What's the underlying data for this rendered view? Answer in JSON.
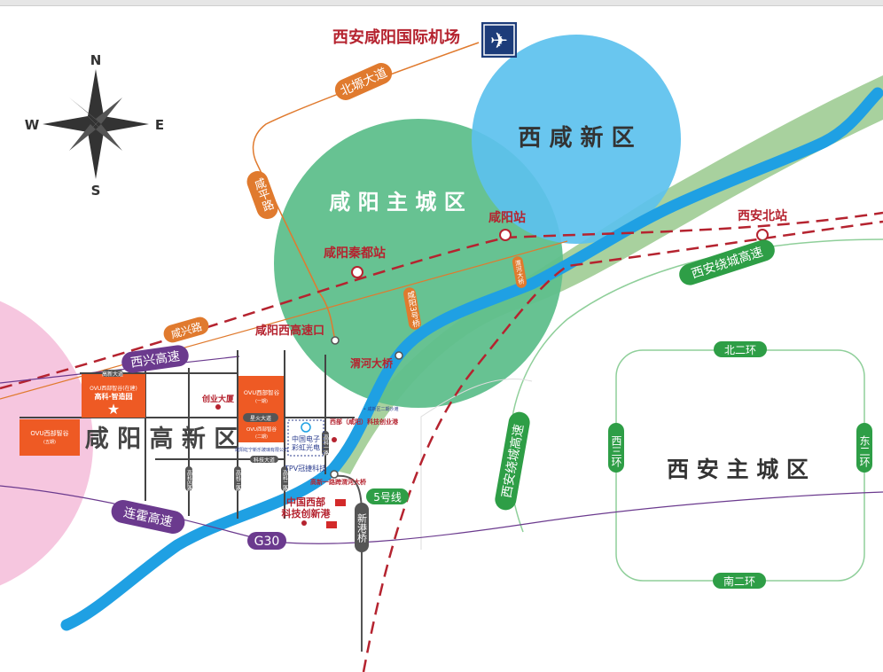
{
  "colors": {
    "river": "#1fa0e3",
    "river_belt": "#a8d19e",
    "xianyang_main": "#5fbf8c",
    "xixian": "#5cc1ee",
    "hightech": "#f6c6df",
    "orange_block": "#ee5a24",
    "label_red": "#b5232f",
    "expressway": "#6b3a8e",
    "ring": "#2e9e46",
    "rail": "#b5232f",
    "city_road": "#e07a2e"
  },
  "compass": {
    "icon": "compass-rose-icon",
    "n": "N",
    "s": "S",
    "e": "E",
    "w": "W"
  },
  "airport": {
    "label": "西安咸阳国际机场",
    "icon": "airplane-icon"
  },
  "districts": {
    "xixian": "西 咸 新 区",
    "xianyang_main": "咸 阳 主 城 区",
    "hightech": "咸 阳 高 新 区",
    "xian_main": "西 安 主 城 区"
  },
  "stations": {
    "xianyang": "咸阳站",
    "qindu": "咸阳秦都站",
    "xian_north": "西安北站",
    "icon": "train-station-icon"
  },
  "roads": {
    "beiyuan": "北塬大道",
    "xianping": "咸平路",
    "xianxing": "咸兴路",
    "xixing_exp": "西兴高速",
    "lianhuo_exp": "连霍高速",
    "g30": "G30",
    "ring_exp": "西安绕城高速",
    "ring_exp_east": "西安绕城高速",
    "north2": "北二环",
    "south2": "南二环",
    "west3": "西三环",
    "east2": "东二环",
    "line5": "5号线",
    "xingang_bridge": "新港桥",
    "xingxing_avenue": "星火大道",
    "keji_avenue": "科技大道",
    "gaoke1": "高科一路",
    "gaoke2": "高科二路",
    "gaoke3": "高科三路",
    "gaoke4": "高科四路",
    "nanyuan": "高新大道"
  },
  "bridges": {
    "weihe": "渭河大桥",
    "xianyang3": "咸阳3号桥",
    "weihe_bridge2": "渭河大桥",
    "gaoxin_bridge": "高新一路跨渭河大桥"
  },
  "points": {
    "xianyang_west_exit": "咸阳西高速口",
    "chuangye": "创业大厦",
    "xibu_kechuang": "西部（咸阳）科技创业港",
    "cec_logo": "中国电子",
    "caihong": "中国电子\n彩虹光电",
    "tpv": "TPV冠捷科技",
    "hongning": "咸阳虹宁新乐玻璃有限公司",
    "kechuang_port": "中国西部\n科技创新港",
    "xianxin_note": "• 咸新区二期沙滩"
  },
  "projects": [
    {
      "title": "OVU西部智谷(在建)",
      "sub": "高科·智造园",
      "icon": "star-icon"
    },
    {
      "title": "OVU西部智谷",
      "sub": "(一期)"
    },
    {
      "title": "OVU西部智谷",
      "sub": "(二期)"
    },
    {
      "title": "OVU西部智谷",
      "sub": "(五期)"
    }
  ]
}
